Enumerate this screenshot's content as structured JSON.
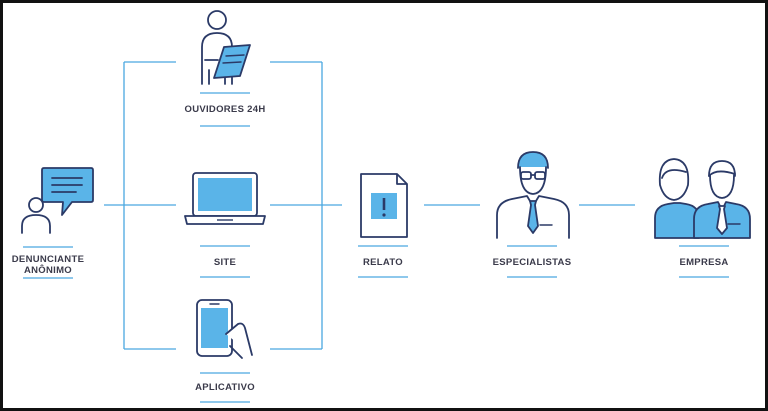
{
  "nodes": {
    "denunciante": {
      "label_line1": "DENUNCIANTE",
      "label_line2": "ANÔNIMO"
    },
    "ouvidores": {
      "label": "OUVIDORES 24H"
    },
    "site": {
      "label": "SITE"
    },
    "aplicativo": {
      "label": "APLICATIVO"
    },
    "relato": {
      "label": "RELATO"
    },
    "especialistas": {
      "label": "ESPECIALISTAS"
    },
    "empresa": {
      "label": "EMPRESA"
    }
  },
  "colors": {
    "connector": "#4aa8e0",
    "outline": "#2b3a67",
    "fill": "#5ab4e8",
    "text": "#3a3a4a"
  },
  "icons": {
    "denunciante": "chat-person-icon",
    "ouvidores": "person-clipboard-icon",
    "site": "laptop-icon",
    "aplicativo": "smartphone-hand-icon",
    "relato": "document-alert-icon",
    "especialistas": "specialist-person-icon",
    "empresa": "two-people-icon"
  }
}
